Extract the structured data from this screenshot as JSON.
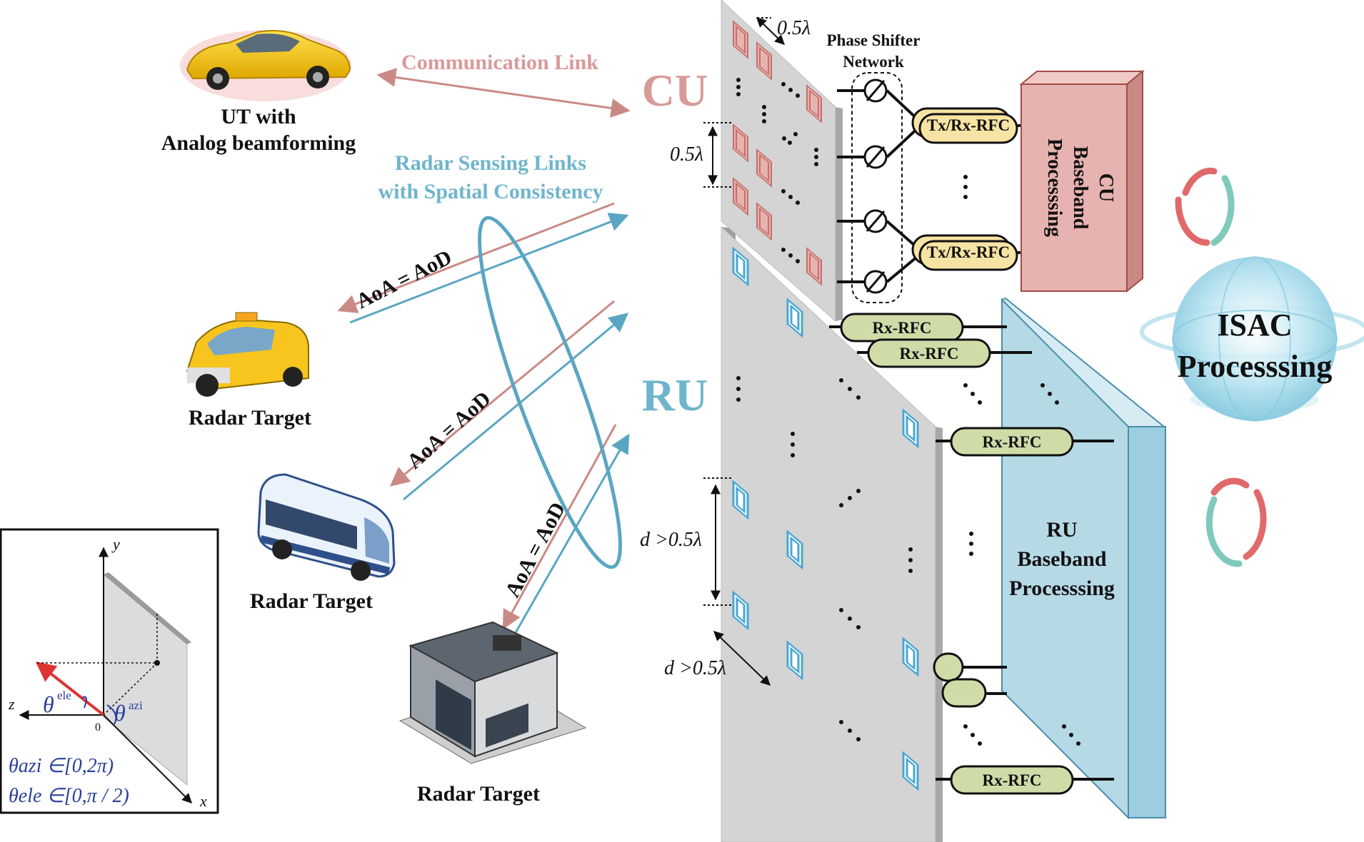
{
  "labels": {
    "communication_link": "Communication Link",
    "cu": "CU",
    "ru": "RU",
    "ut_line1": "UT with",
    "ut_line2": "Analog beamforming",
    "radar_links_line1": "Radar Sensing Links",
    "radar_links_line2": "with Spatial Consistency",
    "aoa_aod": "AoA = AoD",
    "radar_target": "Radar Target",
    "phase_shifter_line1": "Phase Shifter",
    "phase_shifter_line2": "Network",
    "half_lambda": "0.5λ",
    "d_gt": "d >0.5λ",
    "tx_rx_rfc": "Tx/Rx-RFC",
    "rx_rfc": "Rx-RFC",
    "cu_baseband_line1": "CU",
    "cu_baseband_line2": "Baseband",
    "cu_baseband_line3": "Processsing",
    "ru_baseband_line1": "RU",
    "ru_baseband_line2": "Baseband",
    "ru_baseband_line3": "Processsing",
    "isac_line1": "ISAC",
    "isac_line2": "Processsing",
    "dots": "⋮",
    "inset_y": "y",
    "inset_z": "z",
    "inset_x": "x",
    "inset_origin": "0",
    "inset_theta_ele": "θ",
    "inset_sup_ele": "ele",
    "inset_theta_azi": "θ",
    "inset_sup_azi": "azi",
    "inset_range_azi": "θazi ∈[0,2π)",
    "inset_range_ele": "θele ∈[0,π / 2)"
  },
  "colors": {
    "cu_pink": "#d99a9a",
    "cu_block": "#e6b3b0",
    "ru_blue": "#6fb5cc",
    "ru_block": "#b6d9e6",
    "panel_gray": "#d4d4d4",
    "rfc_cu": "#f7e3a3",
    "rfc_ru": "#cfdca8",
    "arrow_pink": "#c98a86",
    "arrow_blue": "#5aa6c2",
    "inset_red": "#d33",
    "inset_blue": "#2a3f9c"
  },
  "icons": [
    "car-icon",
    "taxi-icon",
    "bus-icon",
    "building-icon",
    "isac-globe-icon",
    "cycle-arrows-icon"
  ]
}
